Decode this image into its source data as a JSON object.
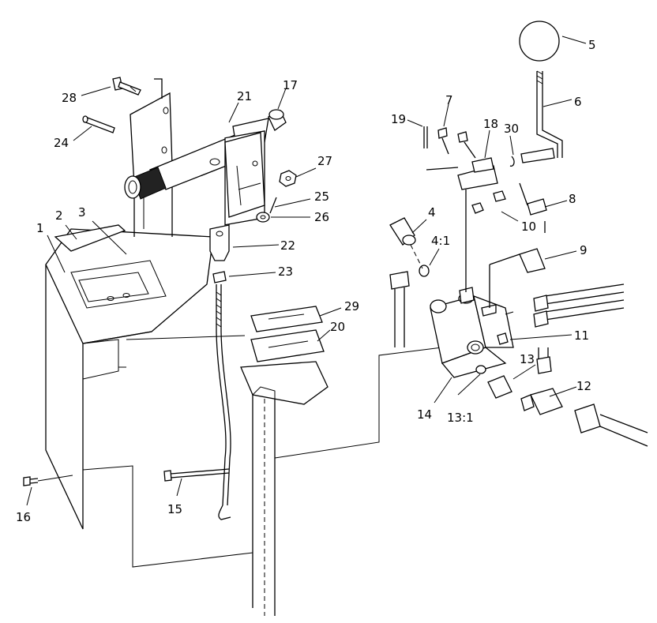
{
  "callouts": {
    "c1": "1",
    "c2": "2",
    "c3": "3",
    "c4": "4",
    "c4_1": "4:1",
    "c5": "5",
    "c6": "6",
    "c7": "7",
    "c8": "8",
    "c9": "9",
    "c10": "10",
    "c11": "11",
    "c12": "12",
    "c13": "13",
    "c13_1": "13:1",
    "c14": "14",
    "c15": "15",
    "c16": "16",
    "c17": "17",
    "c18": "18",
    "c19": "19",
    "c20": "20",
    "c21": "21",
    "c22": "22",
    "c23": "23",
    "c24": "24",
    "c25": "25",
    "c26": "26",
    "c27": "27",
    "c28": "28",
    "c29": "29",
    "c30": "30"
  }
}
